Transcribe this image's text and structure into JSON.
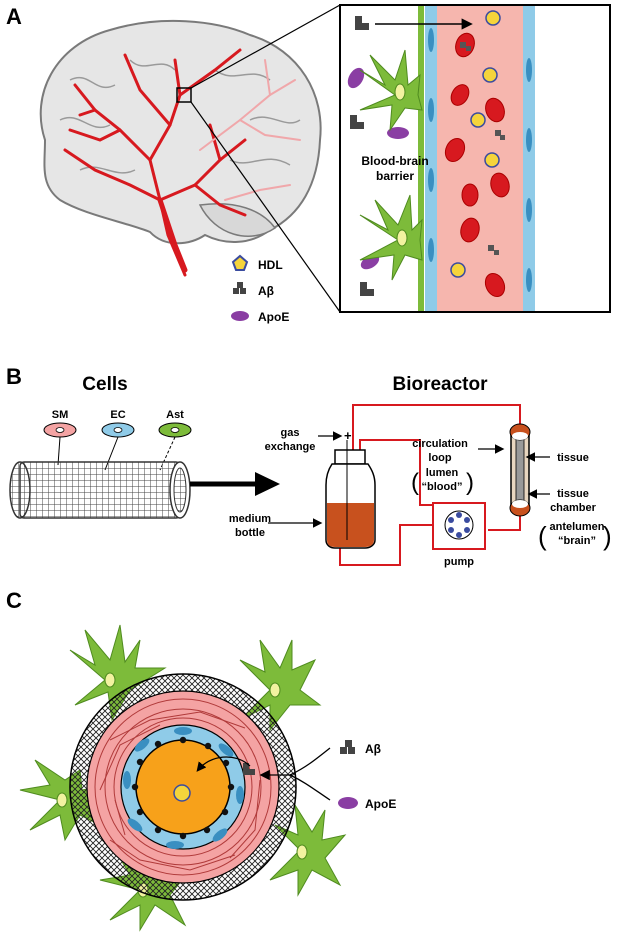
{
  "panels": {
    "a": {
      "letter": "A"
    },
    "b": {
      "letter": "B"
    },
    "c": {
      "letter": "C"
    }
  },
  "panel_a": {
    "bbb_label_line1": "Blood-brain",
    "bbb_label_line2": "barrier",
    "legend": [
      {
        "label": "HDL",
        "icon": "hdl-icon"
      },
      {
        "label": "Aβ",
        "icon": "abeta-icon"
      },
      {
        "label": "ApoE",
        "icon": "apoe-icon"
      }
    ]
  },
  "panel_b": {
    "cells_title": "Cells",
    "bioreactor_title": "Bioreactor",
    "cell_types": [
      "SM",
      "EC",
      "Ast"
    ],
    "labels": {
      "gas_line1": "gas",
      "gas_line2": "exchange",
      "medium_line1": "medium",
      "medium_line2": "bottle",
      "circulation_line1": "circulation",
      "circulation_line2": "loop",
      "lumen_line1": "lumen",
      "lumen_line2": "“blood”",
      "tissue": "tissue",
      "chamber_line1": "tissue",
      "chamber_line2": "chamber",
      "antelumen_line1": "antelumen",
      "antelumen_line2": "“brain”",
      "pump": "pump"
    }
  },
  "panel_c": {
    "abeta": "Aβ",
    "apoe": "ApoE"
  },
  "colors": {
    "vessel_red": "#d7191f",
    "astrocyte_green": "#7dbb3a",
    "endothelial_blue": "#8fcbe8",
    "smooth_muscle_pink": "#f4a3a3",
    "lumen_orange": "#f7a11a",
    "apoe_purple": "#8a3ea3",
    "hdl_yellow": "#f5d43b"
  }
}
